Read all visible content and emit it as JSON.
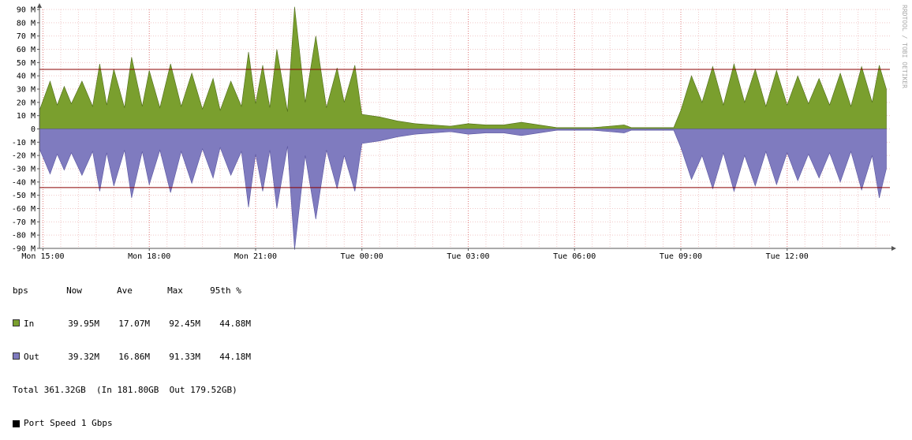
{
  "chart_data": {
    "type": "area",
    "watermark": "RRDTOOL / TOBI OETIKER",
    "ylim": [
      -90,
      90
    ],
    "y_ticks": [
      90,
      80,
      70,
      60,
      50,
      40,
      30,
      20,
      10,
      0,
      -10,
      -20,
      -30,
      -40,
      -50,
      -60,
      -70,
      -80,
      -90
    ],
    "y_tick_labels": [
      "90 M",
      "80 M",
      "70 M",
      "60 M",
      "50 M",
      "40 M",
      "30 M",
      "20 M",
      "10 M",
      "0",
      "-10 M",
      "-20 M",
      "-30 M",
      "-40 M",
      "-50 M",
      "-60 M",
      "-70 M",
      "-80 M",
      "-90 M"
    ],
    "x_ticks": [
      15,
      18,
      21,
      24,
      27,
      30,
      33,
      36
    ],
    "x_tick_labels": [
      "Mon 15:00",
      "Mon 18:00",
      "Mon 21:00",
      "Tue 00:00",
      "Tue 03:00",
      "Tue 06:00",
      "Tue 09:00",
      "Tue 12:00"
    ],
    "xlim": [
      14.9,
      38.9
    ],
    "hlines": [
      44.88,
      -44.18
    ],
    "series": [
      {
        "name": "In",
        "color": "#7a9f2e",
        "x": [
          14.9,
          15.2,
          15.4,
          15.6,
          15.8,
          16.1,
          16.4,
          16.6,
          16.8,
          17.0,
          17.3,
          17.5,
          17.8,
          18.0,
          18.3,
          18.6,
          18.9,
          19.2,
          19.5,
          19.8,
          20.0,
          20.3,
          20.6,
          20.8,
          21.0,
          21.2,
          21.4,
          21.6,
          21.9,
          22.1,
          22.4,
          22.7,
          23.0,
          23.3,
          23.5,
          23.8,
          24.0,
          24.5,
          25.0,
          25.5,
          26.0,
          26.5,
          27.0,
          27.5,
          28.0,
          28.5,
          29.0,
          29.5,
          29.9,
          30.1,
          30.5,
          31.0,
          31.4,
          31.6,
          32.0,
          32.3,
          32.5,
          32.8,
          33.0,
          33.3,
          33.6,
          33.9,
          34.2,
          34.5,
          34.8,
          35.1,
          35.4,
          35.7,
          36.0,
          36.3,
          36.6,
          36.9,
          37.2,
          37.5,
          37.8,
          38.1,
          38.4,
          38.6,
          38.8
        ],
        "values": [
          14,
          36,
          18,
          32,
          19,
          36,
          17,
          49,
          18,
          45,
          16,
          54,
          17,
          44,
          16,
          49,
          17,
          42,
          15,
          38,
          14,
          36,
          17,
          58,
          19,
          48,
          16,
          60,
          13,
          92,
          20,
          70,
          16,
          46,
          20,
          48,
          11,
          9,
          6,
          4,
          3,
          2,
          4,
          3,
          3,
          5,
          3,
          1,
          1,
          1,
          1,
          2,
          3,
          1,
          1,
          1,
          1,
          1,
          14,
          40,
          20,
          47,
          18,
          49,
          20,
          45,
          17,
          44,
          18,
          40,
          19,
          38,
          18,
          42,
          17,
          47,
          20,
          48,
          30
        ]
      },
      {
        "name": "Out",
        "color": "#7f7bbf",
        "x": [
          14.9,
          15.2,
          15.4,
          15.6,
          15.8,
          16.1,
          16.4,
          16.6,
          16.8,
          17.0,
          17.3,
          17.5,
          17.8,
          18.0,
          18.3,
          18.6,
          18.9,
          19.2,
          19.5,
          19.8,
          20.0,
          20.3,
          20.6,
          20.8,
          21.0,
          21.2,
          21.4,
          21.6,
          21.9,
          22.1,
          22.4,
          22.7,
          23.0,
          23.3,
          23.5,
          23.8,
          24.0,
          24.5,
          25.0,
          25.5,
          26.0,
          26.5,
          27.0,
          27.5,
          28.0,
          28.5,
          29.0,
          29.5,
          29.9,
          30.1,
          30.5,
          31.0,
          31.4,
          31.6,
          32.0,
          32.3,
          32.5,
          32.8,
          33.0,
          33.3,
          33.6,
          33.9,
          34.2,
          34.5,
          34.8,
          35.1,
          35.4,
          35.7,
          36.0,
          36.3,
          36.6,
          36.9,
          37.2,
          37.5,
          37.8,
          38.1,
          38.4,
          38.6,
          38.8
        ],
        "values": [
          -15,
          -34,
          -19,
          -31,
          -18,
          -35,
          -17,
          -47,
          -18,
          -43,
          -16,
          -52,
          -17,
          -42,
          -16,
          -48,
          -17,
          -41,
          -15,
          -37,
          -14,
          -35,
          -17,
          -59,
          -19,
          -47,
          -16,
          -60,
          -13,
          -91,
          -20,
          -68,
          -16,
          -45,
          -20,
          -47,
          -11,
          -9,
          -6,
          -4,
          -3,
          -2,
          -4,
          -3,
          -3,
          -5,
          -3,
          -1,
          -1,
          -1,
          -1,
          -2,
          -3,
          -1,
          -1,
          -1,
          -1,
          -1,
          -14,
          -38,
          -20,
          -45,
          -18,
          -47,
          -20,
          -43,
          -17,
          -42,
          -18,
          -39,
          -19,
          -37,
          -18,
          -40,
          -17,
          -46,
          -20,
          -52,
          -30
        ]
      }
    ]
  },
  "legend": {
    "headers": {
      "label": "bps",
      "now": "Now",
      "ave": "Ave",
      "max": "Max",
      "p95": "95th %"
    },
    "rows": [
      {
        "label": "In",
        "color": "#7a9f2e",
        "now": "39.95M",
        "ave": "17.07M",
        "max": "92.45M",
        "p95": "44.88M"
      },
      {
        "label": "Out",
        "color": "#7f7bbf",
        "now": "39.32M",
        "ave": "16.86M",
        "max": "91.33M",
        "p95": "44.18M"
      }
    ],
    "total": "Total 361.32GB  (In 181.80GB  Out 179.52GB)",
    "port_speed": "Port Speed 1 Gbps"
  }
}
